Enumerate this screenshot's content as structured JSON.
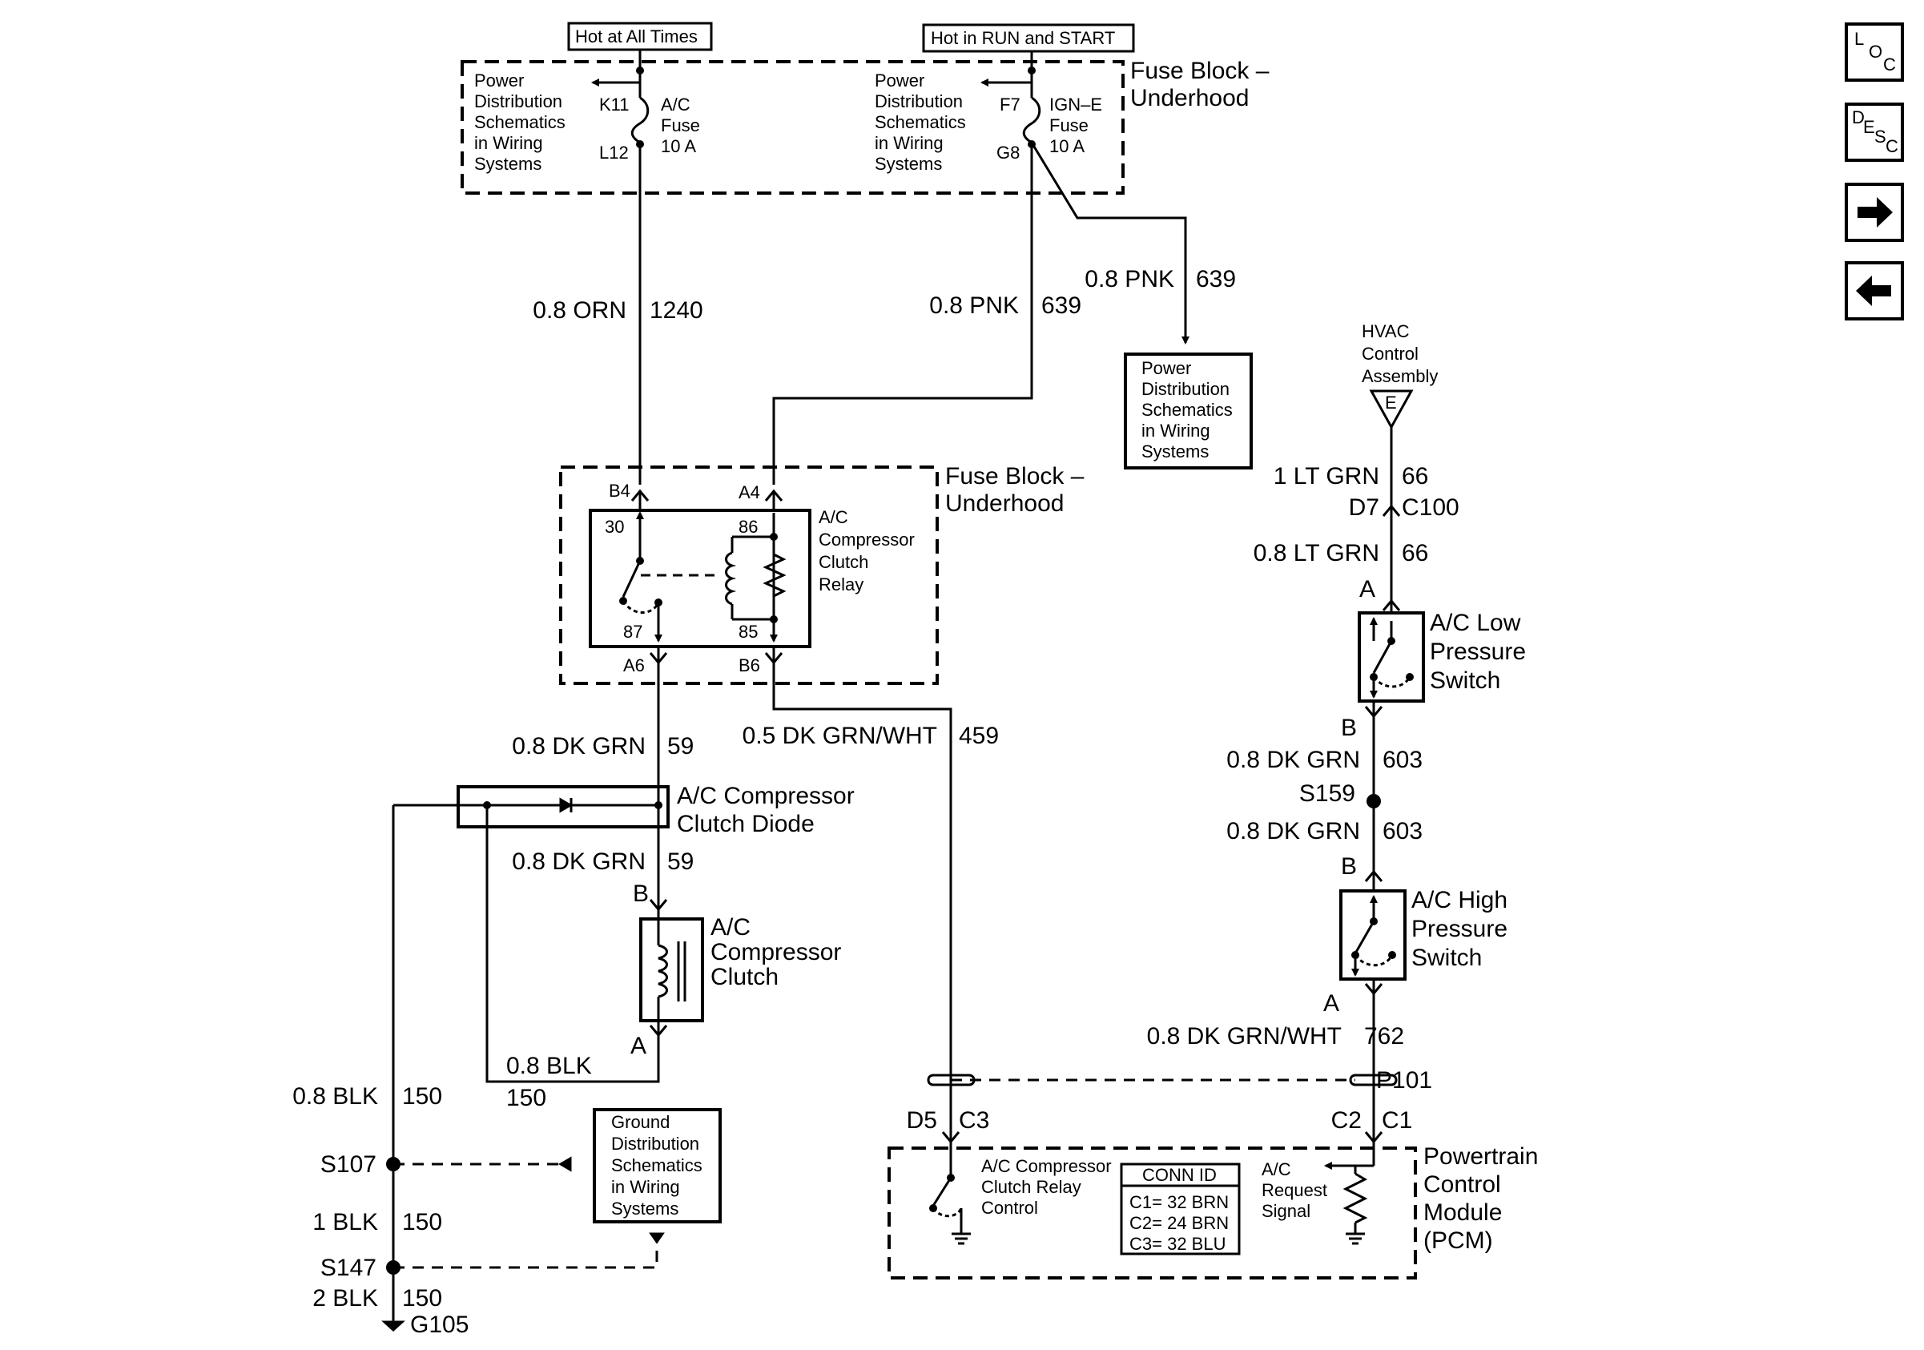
{
  "nav": {
    "loc": {
      "l1": "L",
      "l2": "O",
      "l3": "C"
    },
    "desc": {
      "l1": "D",
      "l2": "E",
      "l3": "S",
      "l4": "C"
    }
  },
  "labels": {
    "hot_all_times": "Hot at All Times",
    "hot_run_start": "Hot in RUN and START",
    "fuse_block": {
      "l1": "Fuse Block –",
      "l2": "Underhood"
    },
    "power_dist": {
      "l1": "Power",
      "l2": "Distribution",
      "l3": "Schematics",
      "l4": "in Wiring",
      "l5": "Systems"
    },
    "ac_fuse": {
      "pin_in": "K11",
      "pin_out": "L12",
      "l1": "A/C",
      "l2": "Fuse",
      "l3": "10 A"
    },
    "ign_fuse": {
      "pin_in": "F7",
      "pin_out": "G8",
      "l1": "IGN–E",
      "l2": "Fuse",
      "l3": "10 A"
    },
    "wire_orn": {
      "color": "0.8 ORN",
      "circuit": "1240"
    },
    "wire_pnk_a": {
      "color": "0.8 PNK",
      "circuit": "639"
    },
    "wire_pnk_b": {
      "color": "0.8 PNK",
      "circuit": "639"
    },
    "relay": {
      "l1": "A/C",
      "l2": "Compressor",
      "l3": "Clutch",
      "l4": "Relay",
      "pB4": "B4",
      "pA4": "A4",
      "pA6": "A6",
      "pB6": "B6",
      "t30": "30",
      "t86": "86",
      "t87": "87",
      "t85": "85"
    },
    "hvac": {
      "l1": "HVAC",
      "l2": "Control",
      "l3": "Assembly",
      "pin": "E"
    },
    "wire_ltgrn_a": {
      "color": "1 LT GRN",
      "circuit": "66"
    },
    "c100": {
      "pin": "D7",
      "conn": "C100"
    },
    "wire_ltgrn_b": {
      "color": "0.8 LT GRN",
      "circuit": "66"
    },
    "low_switch": {
      "l1": "A/C Low",
      "l2": "Pressure",
      "l3": "Switch",
      "pA": "A",
      "pB": "B"
    },
    "wire_dkgrn_603a": {
      "color": "0.8 DK GRN",
      "circuit": "603"
    },
    "s159": "S159",
    "wire_dkgrn_603b": {
      "color": "0.8 DK GRN",
      "circuit": "603"
    },
    "high_switch": {
      "l1": "A/C High",
      "l2": "Pressure",
      "l3": "Switch",
      "pB": "B",
      "pA": "A"
    },
    "wire_762": {
      "color": "0.8 DK GRN/WHT",
      "circuit": "762"
    },
    "p101": "P101",
    "wire_59a": {
      "color": "0.8 DK GRN",
      "circuit": "59"
    },
    "wire_459": {
      "color": "0.5 DK GRN/WHT",
      "circuit": "459"
    },
    "diode": {
      "l1": "A/C Compressor",
      "l2": "Clutch Diode"
    },
    "wire_59b": {
      "color": "0.8 DK GRN",
      "circuit": "59"
    },
    "clutch": {
      "l1": "A/C",
      "l2": "Compressor",
      "l3": "Clutch",
      "pB": "B",
      "pA": "A"
    },
    "wire_blk_a": {
      "color": "0.8 BLK",
      "circuit": "150"
    },
    "wire_blk_b": {
      "color": "0.8 BLK",
      "circuit": "150"
    },
    "s107": "S107",
    "wire_blk_c": {
      "color": "1 BLK",
      "circuit": "150"
    },
    "s147": "S147",
    "wire_blk_d": {
      "color": "2 BLK",
      "circuit": "150"
    },
    "g105": "G105",
    "ground_dist": {
      "l1": "Ground",
      "l2": "Distribution",
      "l3": "Schematics",
      "l4": "in Wiring",
      "l5": "Systems"
    },
    "pcm": {
      "l1": "Powertrain",
      "l2": "Control",
      "l3": "Module",
      "l4": "(PCM)",
      "pD5": "D5",
      "pC3": "C3",
      "pC2": "C2",
      "pC1": "C1",
      "relay_ctrl": {
        "l1": "A/C Compressor",
        "l2": "Clutch Relay",
        "l3": "Control"
      },
      "request": {
        "l1": "A/C",
        "l2": "Request",
        "l3": "Signal"
      },
      "conn_id": {
        "title": "CONN ID",
        "c1": "C1= 32 BRN",
        "c2": "C2= 24 BRN",
        "c3": "C3= 32 BLU"
      }
    }
  }
}
